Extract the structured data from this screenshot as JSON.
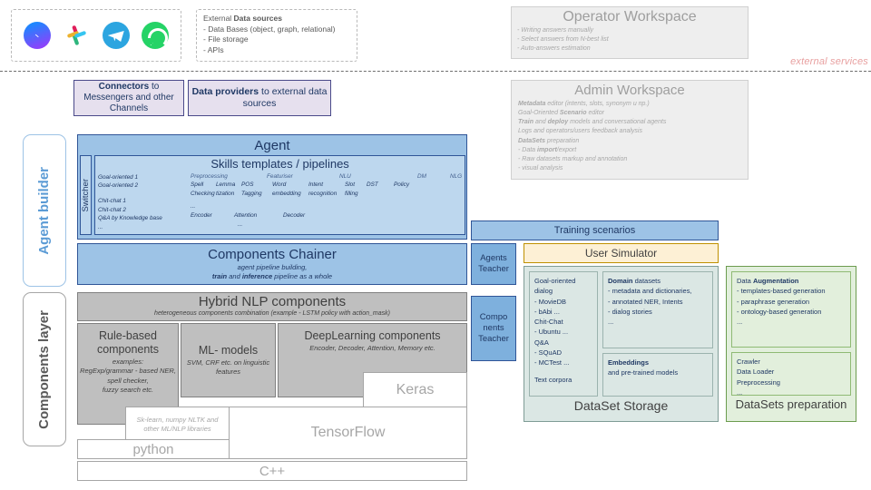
{
  "external": {
    "messengers": [
      {
        "name": "messenger-icon",
        "label": "Facebook Messenger"
      },
      {
        "name": "slack-icon",
        "label": "Slack"
      },
      {
        "name": "telegram-icon",
        "label": "Telegram"
      },
      {
        "name": "whatsapp-icon",
        "label": "WhatsApp"
      }
    ],
    "data_sources": {
      "title_plain": "External ",
      "title_bold": "Data sources",
      "items": [
        "- Data Bases (object, graph, relational)",
        "- File storage",
        "- APIs"
      ]
    },
    "services_label": "external services"
  },
  "operator_workspace": {
    "title": "Operator Workspace",
    "lines": [
      "- Writing answers manually",
      "- Select answers from N-best list",
      "- Auto-answers estimation"
    ]
  },
  "admin_workspace": {
    "title": "Admin Workspace",
    "lines": [
      {
        "bold": "Metadata",
        "rest": " editor (intents, slots, synonym и пр.)"
      },
      {
        "pre": "Goal-Oriented ",
        "bold": "Scenario",
        "rest": " editor"
      },
      {
        "bold": "Train",
        "mid": " and ",
        "bold2": "deploy",
        "rest": " models and conversational agents"
      },
      {
        "rest": "Logs and operators/users feedback analysis"
      },
      {
        "bold": "DataSets",
        "rest": " preparation"
      },
      {
        "pre": "- Data ",
        "bold": "import",
        "rest": "/export"
      },
      {
        "rest": "- Raw datasets markup and annotation"
      },
      {
        "rest": "- visual analysis"
      }
    ]
  },
  "connectors": {
    "bold": "Connectors",
    "rest": " to Messengers and other Channels"
  },
  "providers": {
    "bold": "Data providers",
    "rest": " to external data sources"
  },
  "rails": {
    "agent_builder": "Agent builder",
    "components_layer": "Components layer"
  },
  "agent": {
    "title": "Agent",
    "switcher": "Switcher",
    "skills_bold": "Skills",
    "skills_rest": " templates / pipelines",
    "skill_list": [
      "Goal-oriented 1",
      "Goal-oriented 2",
      "",
      "Chit-chat 1",
      "Chit-chat 2",
      "Q&A by Knowledge base",
      "..."
    ],
    "pipeline_groups": [
      {
        "head": "Preprocessing",
        "cells": [
          "Spell Checking",
          "Lemma tization",
          "POS Tagging"
        ]
      },
      {
        "head": "Featuriser",
        "cells": [
          "Word embedding"
        ]
      },
      {
        "head": "NLU",
        "cells": [
          "Intent recognition",
          "Slot filling"
        ]
      },
      {
        "head": "",
        "cells": [
          "DST"
        ]
      },
      {
        "head": "DM",
        "cells": [
          "Policy"
        ]
      },
      {
        "head": "NLG",
        "cells": [
          ""
        ]
      }
    ],
    "pipeline_row2": [
      "...",
      "Encoder",
      "Attention",
      "Decoder",
      "..."
    ]
  },
  "chainer": {
    "title": "Components Chainer",
    "sub1": "agent pipeline building,",
    "sub2_bold_a": "train",
    "sub2_mid": " and ",
    "sub2_bold_b": "inference",
    "sub2_rest": " pipeline as a whole"
  },
  "teachers": {
    "agents": "Agents Teacher",
    "components": "Compo nents Teacher"
  },
  "hybrid": {
    "title": "Hybrid NLP components",
    "sub": "heterogeneous components combination (example - LSTM policy with action_mask)",
    "rule_based": {
      "title": "Rule-based components",
      "sub": "examples:\nRegExp/grammar - based NER,\nspell checker,\nfuzzy search etc."
    },
    "ml_models": {
      "title": "ML- models",
      "sub": "SVM, CRF etc. on linguistic features"
    },
    "deep_learning": {
      "title": "DeepLearning components",
      "sub": "Encoder, Decoder, Attention, Memory etc."
    }
  },
  "stack": {
    "keras": "Keras",
    "libs": "Sk-learn, numpy NLTK and other ML/NLP libraries",
    "tensorflow": "TensorFlow",
    "python": "python",
    "cpp": "C++"
  },
  "training": {
    "scenarios": "Training scenarios",
    "user_simulator": "User Simulator"
  },
  "dataset_storage": {
    "title": "DataSet Storage",
    "left_lines": [
      "Goal-oriented dialog",
      "- MovieDB",
      "- bAbi ...",
      "Chit-Chat",
      "- Ubuntu ...",
      "Q&A",
      "- SQuAD",
      "- MCTest ...",
      "",
      "Text corpora"
    ],
    "domain": {
      "bold": "Domain",
      "rest": " datasets",
      "lines": [
        "- metadata and dictionaries,",
        "- annotated NER, Intents",
        "- dialog stories",
        "..."
      ]
    },
    "embeddings": {
      "bold": "Embeddings",
      "rest": "and pre-trained models"
    }
  },
  "datasets_prep": {
    "title": "DataSets preparation",
    "augmentation": {
      "pre": "Data ",
      "bold": "Augmentation",
      "lines": [
        "- templates-based generation",
        "- paraphrase generation",
        "- ontology-based generation",
        "..."
      ]
    },
    "crawler_lines": [
      "Crawler",
      "Data Loader",
      "Preprocessing",
      "..."
    ]
  },
  "colors": {
    "agent_blue": "#9dc3e6",
    "skills_blue": "#bdd7ee",
    "teacher_blue": "#7eb0dd",
    "grey": "#bfbfbf",
    "connector_purple": "#e6e0ee",
    "storage_teal": "#dbe7e4",
    "prep_green": "#e2efdc",
    "simulator_cream": "#fdf0d5",
    "external_pink": "#e8a0a0"
  }
}
